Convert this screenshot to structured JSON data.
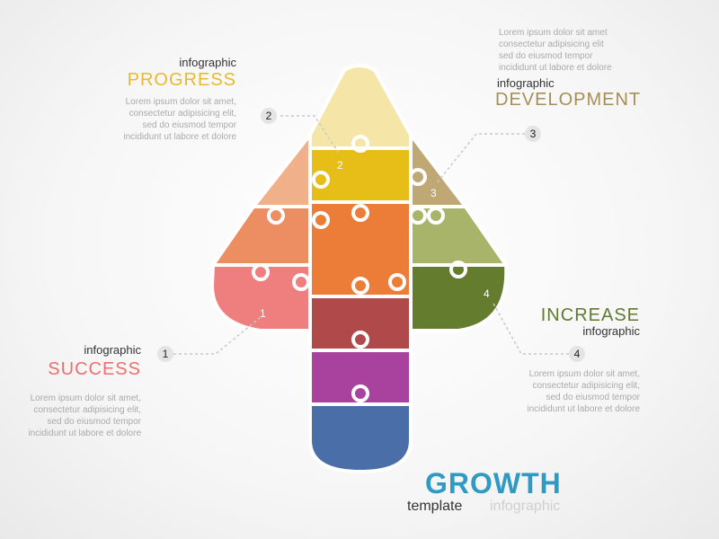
{
  "colors": {
    "progress": "#e8b92e",
    "development": "#a58f57",
    "increase": "#5f7a30",
    "success": "#ef6e6e",
    "growth": "#2f9bc4",
    "lorem": "#aaaaaa"
  },
  "steps": {
    "success": {
      "number": "1",
      "marker": "1",
      "small": "infographic",
      "title": "SUCCESS",
      "lorem": "Lorem ipsum dolor sit amet,\nconsectetur adipisicing elit,\nsed do eiusmod tempor\nincididunt ut labore et dolore"
    },
    "progress": {
      "number": "2",
      "marker": "2",
      "small": "infographic",
      "title": "PROGRESS",
      "lorem": "Lorem ipsum dolor sit amet,\nconsectetur adipisicing elit,\nsed do eiusmod tempor\nincididunt ut labore et dolore"
    },
    "development": {
      "number": "3",
      "marker": "3",
      "small": "infographic",
      "title": "DEVELOPMENT",
      "lorem": "Lorem ipsum dolor sit amet\nconsectetur adipisicing elit\nsed do eiusmod tempor\nincididunt ut labore et dolore"
    },
    "increase": {
      "number": "4",
      "marker": "4",
      "small": "infographic",
      "title": "INCREASE",
      "lorem": "Lorem ipsum dolor sit amet,\nconsectetur adipisicing elit,\nsed do eiusmod tempor\nincididunt ut labore et dolore"
    }
  },
  "footer": {
    "title": "GROWTH",
    "template": "template",
    "infographic": "infographic"
  }
}
